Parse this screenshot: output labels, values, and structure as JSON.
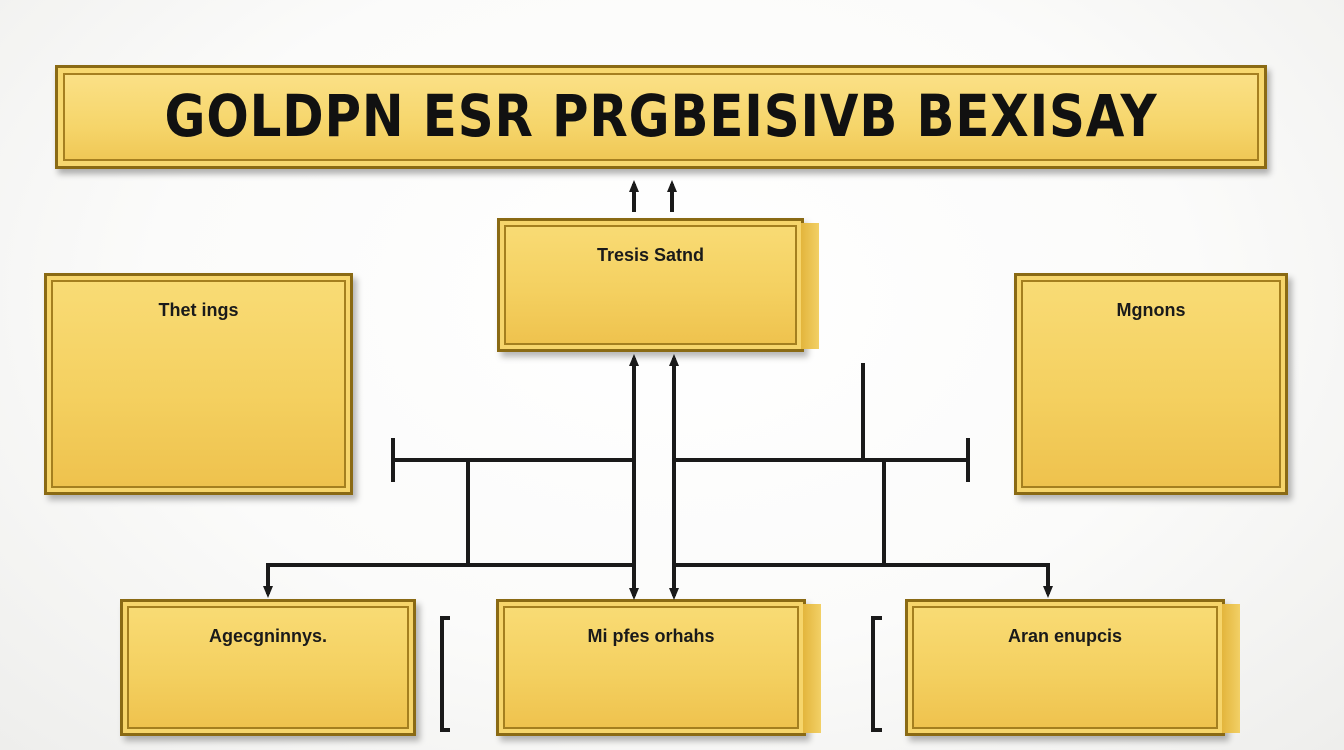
{
  "title": "GOLDPN ESR PRGBEISIVB BEXISAY",
  "boxes": {
    "thesis": "Tresis Satnd",
    "left_panel": "Thet ings",
    "right_panel": "Mgnons",
    "bottom_left": "Agecgninnys.",
    "bottom_center": "Mi pfes orhahs",
    "bottom_right": "Aran enupcis"
  },
  "colors": {
    "gold": "#f4d060",
    "gold_border": "#8a6a14",
    "line": "#1a1a1a"
  }
}
